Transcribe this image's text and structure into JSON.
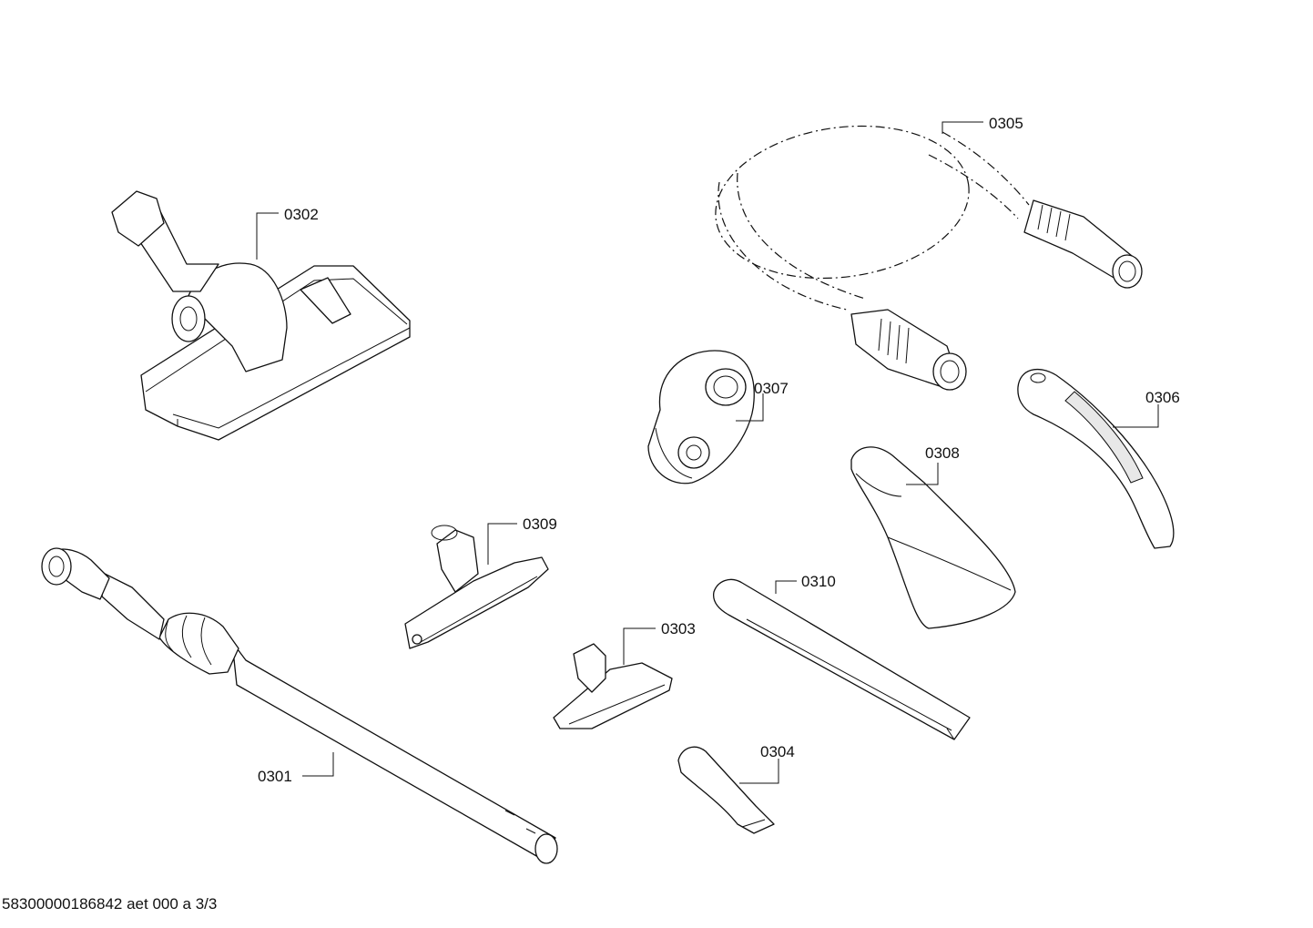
{
  "parts": {
    "p0301": "0301",
    "p0302": "0302",
    "p0303": "0303",
    "p0304": "0304",
    "p0305": "0305",
    "p0306": "0306",
    "p0307": "0307",
    "p0308": "0308",
    "p0309": "0309",
    "p0310": "0310"
  },
  "footer": "58300000186842 aet 000 a 3/3"
}
